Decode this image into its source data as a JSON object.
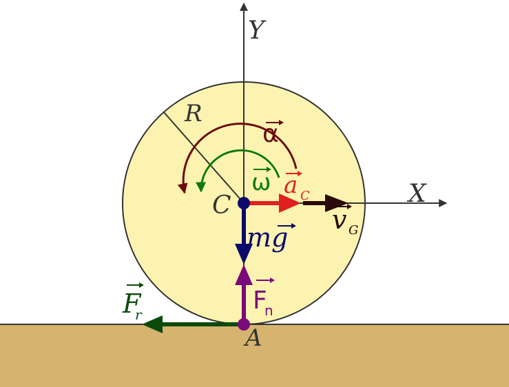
{
  "colors": {
    "ground": "#d6b36e",
    "disc_fill": "#fdf3b0",
    "axis": "#333333",
    "alpha": "#6b0b0b",
    "omega": "#0a7a0a",
    "accel": "#e02020",
    "velocity": "#2a0a0a",
    "gravity": "#0a0a6b",
    "normal": "#7a0a7a",
    "friction": "#0a4a0a"
  },
  "labels": {
    "y_axis": "Y",
    "x_axis": "X",
    "radius": "R",
    "alpha": "α",
    "omega": "ω",
    "center": "C",
    "accel": "a",
    "accel_sub": "C",
    "velocity": "v",
    "velocity_sub": "G",
    "gravity": "mg",
    "normal": "F",
    "normal_sub": "n",
    "friction": "F",
    "friction_sub": "r",
    "contact": "A"
  }
}
